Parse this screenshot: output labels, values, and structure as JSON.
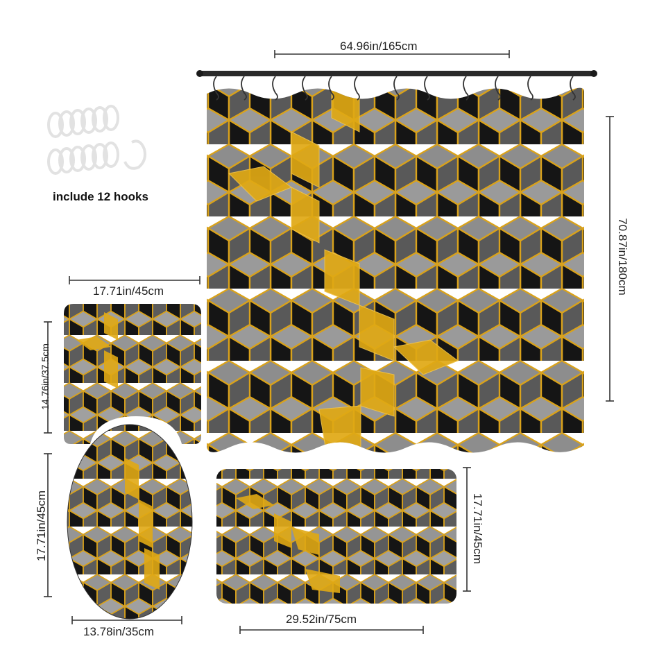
{
  "hooks": {
    "caption": "include 12 hooks"
  },
  "dimensions": {
    "curtain_width": "64.96in/165cm",
    "curtain_height": "70.87in/180cm",
    "contour_mat_width": "17.71in/45cm",
    "contour_mat_height": "14.76in/37.5cm",
    "lid_cover_height": "17.71in/45cm",
    "lid_cover_width": "13.78in/35cm",
    "bath_mat_height": "17.71in/45cm",
    "bath_mat_width": "29.52in/75cm"
  },
  "colors": {
    "gold": "#d9a21b",
    "black": "#161616",
    "dark_gray": "#4a4a4a",
    "mid_gray": "#7a7a7a",
    "light_gray": "#a8a8a8"
  }
}
